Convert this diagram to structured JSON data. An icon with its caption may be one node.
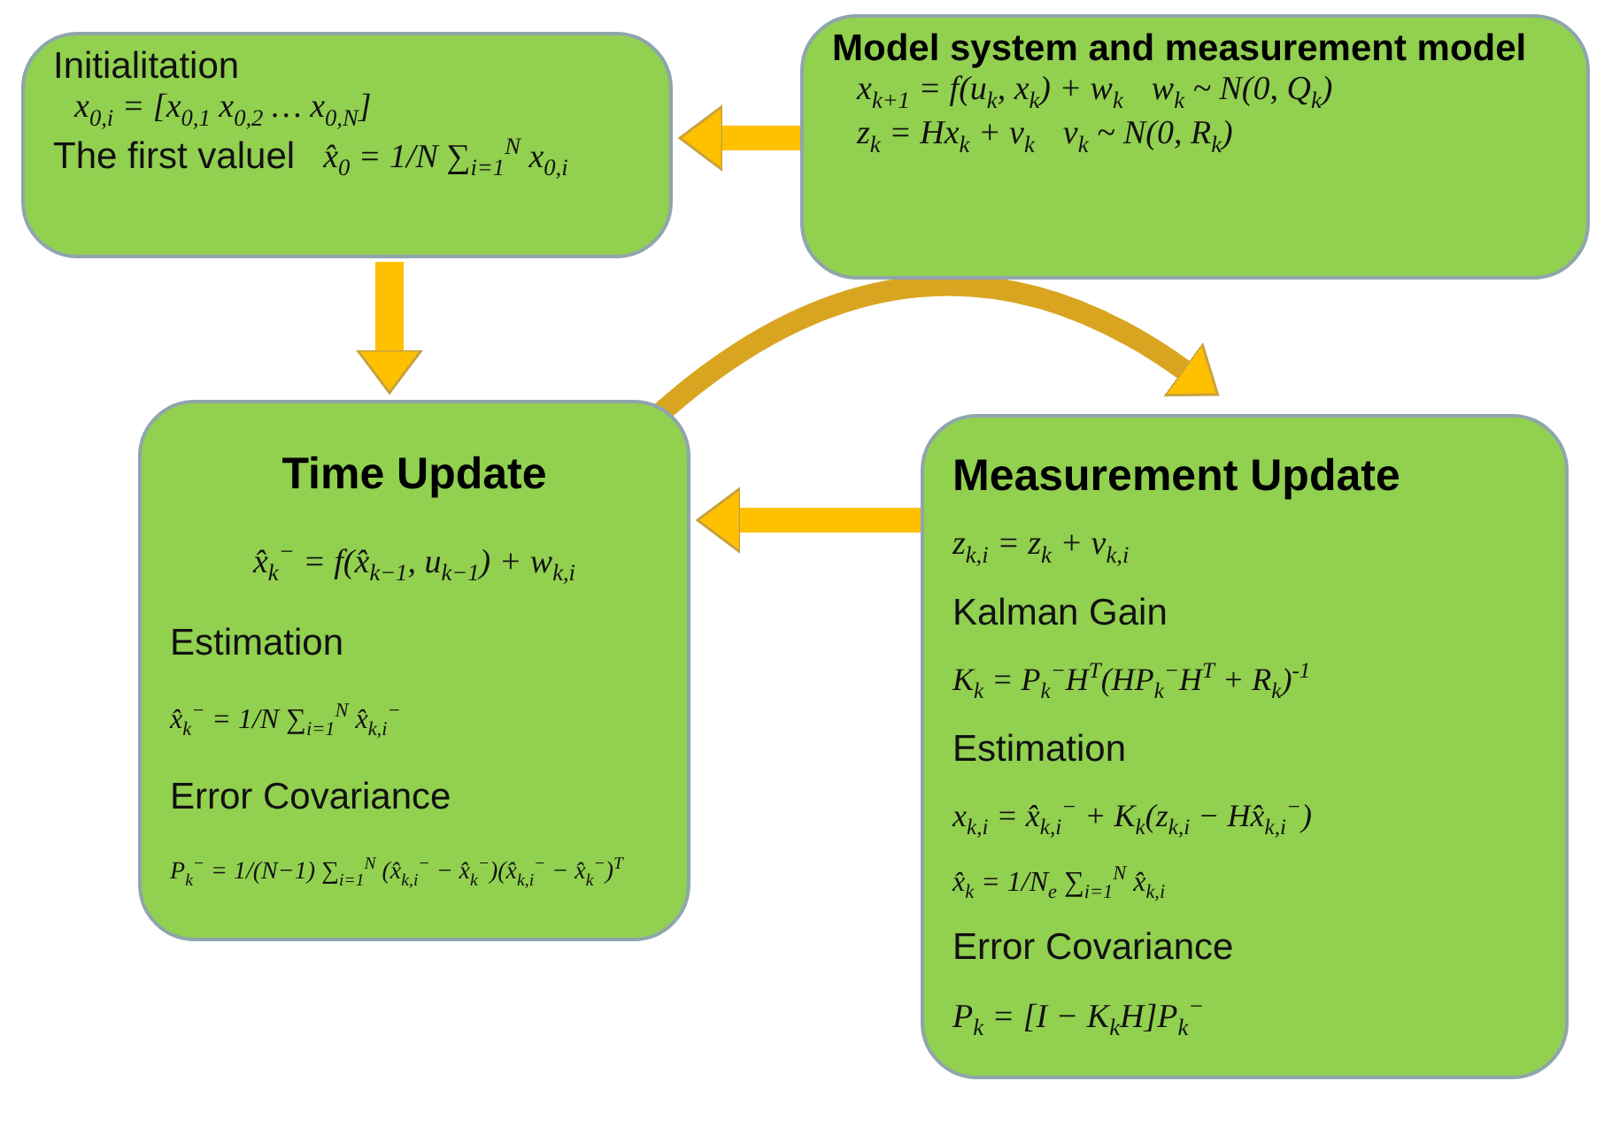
{
  "diagram": {
    "nodes": [
      {
        "text": [
          "Initialitation",
          "x$_{0,i}$ = [x$_{0,1}$ x$_{0,2}$ … x$_{0,N}$]",
          "The first valuel",
          "x̂$_{0}$ = 1/N ∑$_{i=1}$$^{N}$ x$_{0,i}$"
        ]
      },
      {
        "text": [
          "Model system and measurement model",
          "x$_{k+1}$ = f(u$_{k}$, x$_{k}$) + w$_{k}$",
          "w$_{k}$ ~ N(0, Q$_{k}$)",
          "z$_{k}$ = Hx$_{k}$ + v$_{k}$",
          "v$_{k}$ ~ N(0, R$_{k}$)"
        ]
      },
      {
        "text": [
          "Time Update",
          "x̂$_{k}$$^{−}$ = f(x̂$_{k−1}$, u$_{k−1}$) + w$_{k,i}$",
          "Estimation",
          "x̂$_{k}$$^{−}$ = 1/N ∑$_{i=1}$$^{N}$ x̂$_{k,i}$$^{−}$",
          "Error Covariance",
          "P$_{k}$$^{−}$ = 1/(N−1) ∑$_{i=1}$$^{N}$ (x̂$_{k,i}$$^{−}$ − x̂$_{k}$$^{−}$)(x̂$_{k,i}$$^{−}$ − x̂$_{k}$$^{−}$)$^{T}$"
        ]
      },
      {
        "text": [
          "Measurement Update",
          "z$_{k,i}$ = z$_{k}$ + v$_{k,i}$",
          "Kalman Gain",
          "K$_{k}$ = P$_{k}$$^{−}$H$^{T}$(HP$_{k}$$^{−}$H$^{T}$ + R$_{k}$)$^{-1}$",
          "Estimation",
          "x$_{k,i}$ = x̂$_{k,i}$$^{−}$ + K$_{k}$(z$_{k,i}$ − Hx̂$_{k,i}$$^{−}$)",
          "x̂$_{k}$ = 1/N$_{e}$ ∑$_{i=1}$$^{N}$ x̂$_{k,i}$",
          "Error Covariance",
          "P$_{k}$ = [I − K$_{k}$H]P$_{k}$$^{−}$"
        ]
      }
    ],
    "edges": [
      {
        "from": 1,
        "to": 0,
        "arrow": "to"
      },
      {
        "from": 0,
        "to": 2,
        "arrow": "to"
      },
      {
        "from": 2,
        "to": 3,
        "arrow": "to"
      },
      {
        "from": 3,
        "to": 2,
        "arrow": "to"
      }
    ]
  }
}
